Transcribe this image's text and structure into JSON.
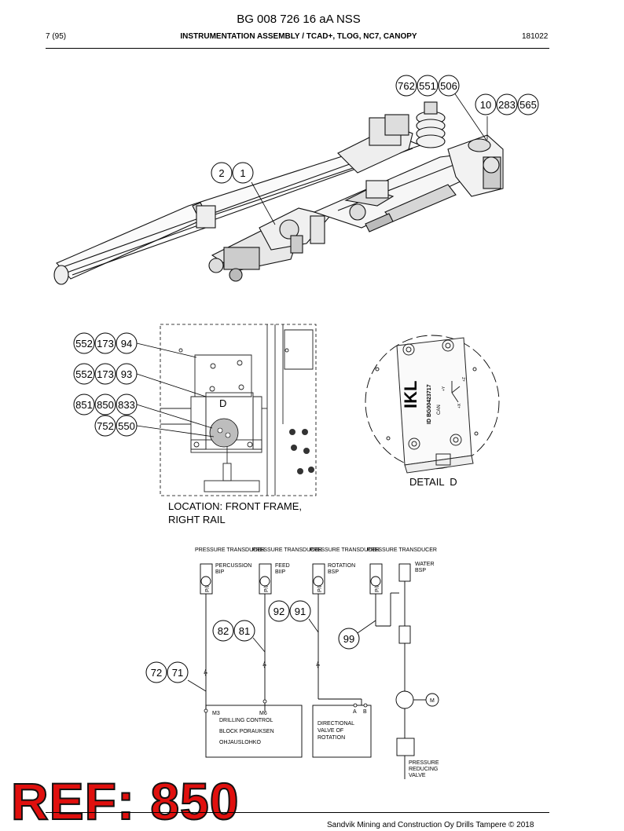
{
  "header": {
    "doc_title": "BG 008 726 16 aA NSS",
    "page_number": "7 (95)",
    "section_title": "INSTRUMENTATION ASSEMBLY / TCAD+, TLOG, NC7, CANOPY",
    "doc_code": "181022"
  },
  "callouts": {
    "top": [
      "762",
      "551",
      "506",
      "10",
      "283",
      "565",
      "2",
      "1"
    ],
    "detail": [
      "552",
      "173",
      "94",
      "552",
      "173",
      "93",
      "851",
      "850",
      "833",
      "752",
      "550"
    ],
    "schematic": [
      "92",
      "91",
      "82",
      "81",
      "99",
      "72",
      "71"
    ]
  },
  "detail_marker": "D",
  "detail_caption": "DETAIL  D",
  "detail_plate": {
    "id_text": "ID BG00423717",
    "can_label": "CAN",
    "axis_y": "+Y",
    "axis_z": "+Z",
    "axis_x": "+X"
  },
  "location": {
    "line1": "LOCATION: FRONT FRAME,",
    "line2": "RIGHT RAIL"
  },
  "schematic": {
    "sensors": [
      {
        "type": "PRESSURE TRANSDUCER",
        "name": "PERCUSSION",
        "port": "BIP"
      },
      {
        "type": "PRESSURE TRANSDUCER",
        "name": "FEED",
        "port": "BIIP"
      },
      {
        "type": "PRESSURE TRANSDUCER",
        "name": "ROTATION",
        "port": "BSP"
      },
      {
        "type": "PRESSURE TRANSDUCER",
        "name": "WATER",
        "port": "BSP"
      }
    ],
    "symbol_text": "P/I",
    "hose_tag": "-4-",
    "block_ports": [
      "M3",
      "M6"
    ],
    "block_name": [
      "DRILLING CONTROL",
      "BLOCK PORAUKSEN",
      "OHJAUSLOHKO"
    ],
    "valve_ports": [
      "A",
      "B"
    ],
    "valve_name": [
      "DIRECTIONAL",
      "VALVE OF",
      "ROTATION"
    ],
    "motor_label": "M",
    "reducing_valve": [
      "PRESSURE",
      "REDUCING",
      "VALVE"
    ]
  },
  "watermark": "REF: 850",
  "footer": "Sandvik Mining and Construction Oy Drills Tampere © 2018"
}
